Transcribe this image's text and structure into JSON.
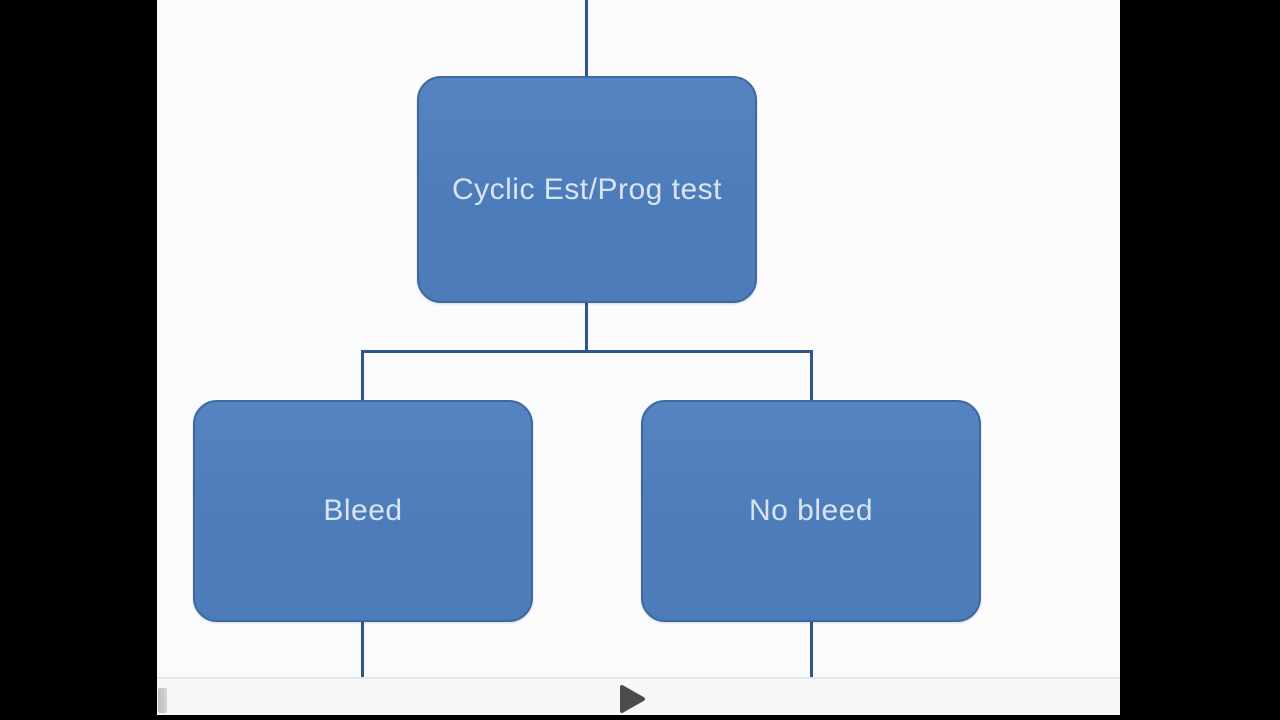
{
  "slide": {
    "diagram": {
      "type": "flowchart",
      "nodes": [
        {
          "id": "root",
          "label": "Cyclic Est/Prog test"
        },
        {
          "id": "bleed",
          "label": "Bleed"
        },
        {
          "id": "no_bleed",
          "label": "No bleed"
        }
      ],
      "edges": [
        {
          "from": "above-frame",
          "to": "root"
        },
        {
          "from": "root",
          "to": "bleed"
        },
        {
          "from": "root",
          "to": "no_bleed"
        },
        {
          "from": "bleed",
          "to": "below-frame"
        },
        {
          "from": "no_bleed",
          "to": "below-frame"
        }
      ]
    }
  },
  "player": {
    "play_icon": "play-triangle"
  },
  "colors": {
    "slide_bg": "#fbfbfb",
    "node_fill": "#4d7cba",
    "node_fill_light": "#5584c1",
    "node_border": "#3d69a3",
    "node_text": "#d9e4f1",
    "line_color": "#31548b",
    "strip_bg": "#f8f8f8",
    "play_icon_color": "#4d4d4d",
    "letterbox": "#000000"
  }
}
